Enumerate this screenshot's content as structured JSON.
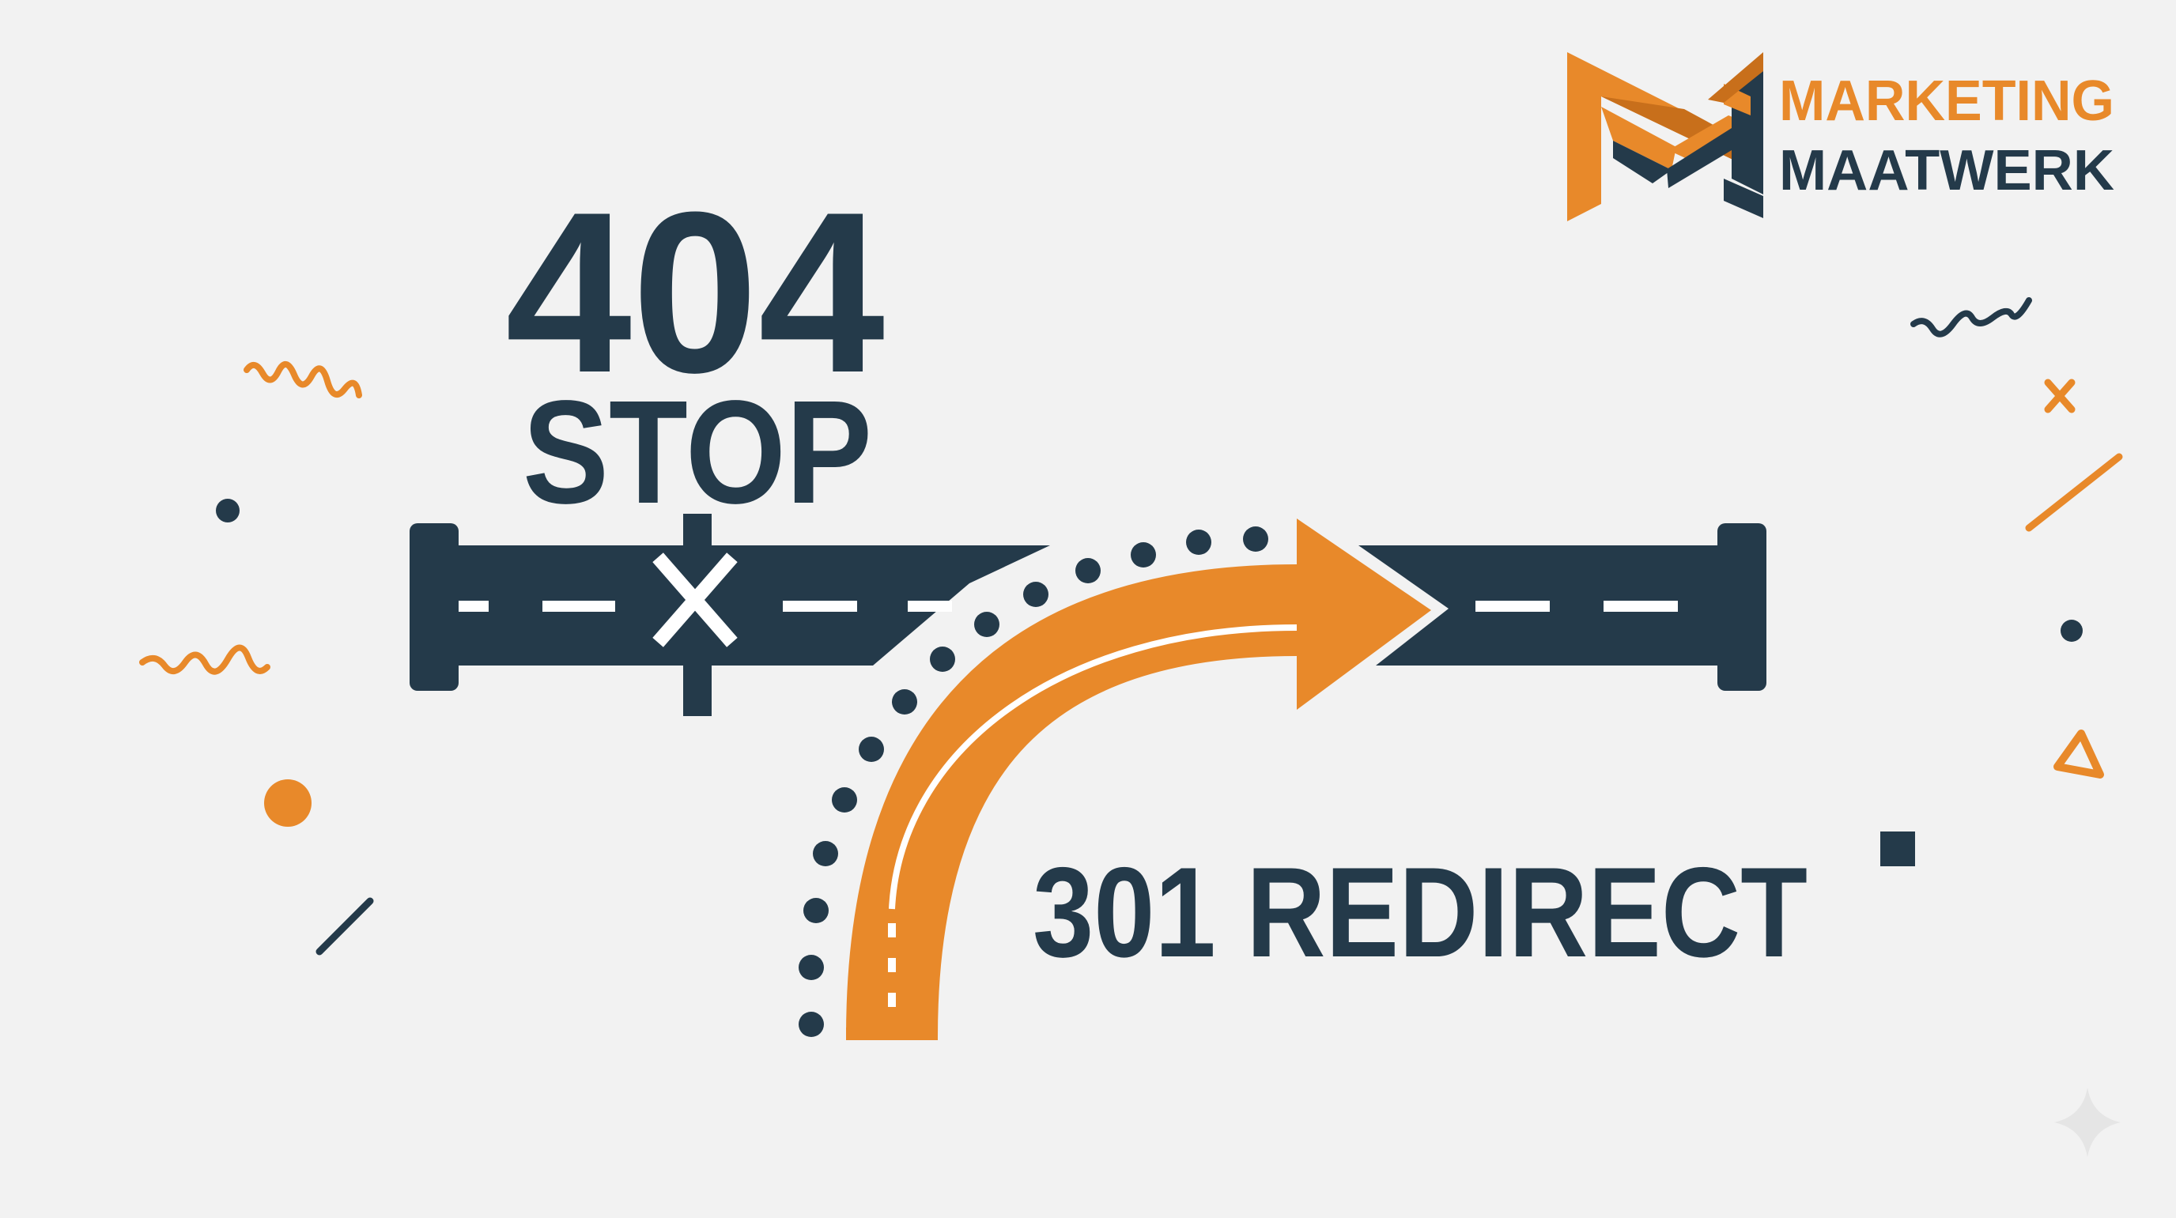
{
  "colors": {
    "background": "#f2f2f2",
    "navy": "#243a4a",
    "orange": "#e8892a"
  },
  "logo": {
    "line1": "MARKETING",
    "line2": "MAATWERK"
  },
  "error": {
    "code": "404",
    "label": "STOP"
  },
  "redirect": {
    "label": "301 REDIRECT"
  },
  "icons": {
    "blocked": "x-mark-icon",
    "redirect": "curved-arrow-icon",
    "brand": "m-logo-icon",
    "sparkle": "sparkle-icon"
  }
}
